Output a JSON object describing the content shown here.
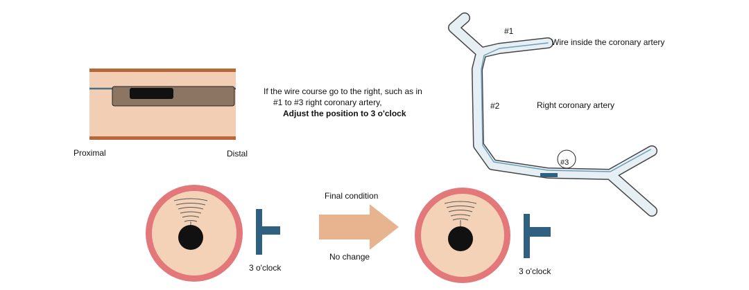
{
  "vessel_panel": {
    "proximal_label": "Proximal",
    "distal_label": "Distal"
  },
  "instruction": {
    "line1": "If the wire course go to the right, such as in",
    "line2": "#1 to #3 right coronary artery,",
    "line3": "Adjust the position to 3 o'clock"
  },
  "artery_diagram": {
    "label_1": "#1",
    "label_2": "#2",
    "label_3": "#3",
    "wire_label": "Wire inside the coronary artery",
    "artery_label": "Right coronary artery"
  },
  "transition": {
    "top_label": "Final condition",
    "bottom_label": "No change"
  },
  "left_cross_section": {
    "clock_label": "3 o'clock"
  },
  "right_cross_section": {
    "clock_label": "3 o'clock"
  },
  "colors": {
    "vessel_wall": "#b8673a",
    "vessel_lumen": "#f2cfb4",
    "catheter": "#8c7563",
    "transducer": "#111111",
    "ring_outer": "#e3787a",
    "ring_inner": "#f3d2b8",
    "clock_marker": "#2f607f",
    "arrow": "#e8b48f",
    "artery_outline": "#444444",
    "artery_fill": "#e6f0f4"
  }
}
